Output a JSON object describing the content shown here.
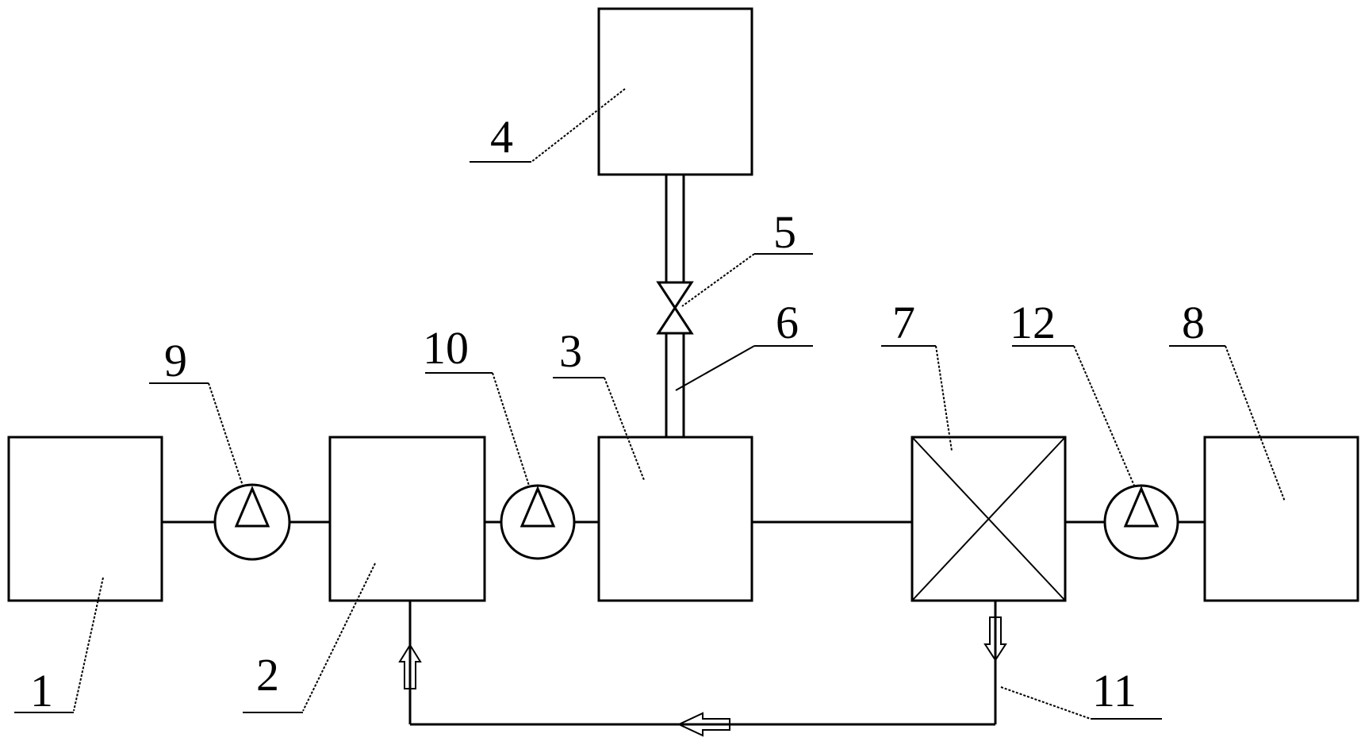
{
  "labels": {
    "unit_1": "1",
    "unit_2": "2",
    "unit_3": "3",
    "unit_4": "4",
    "unit_5": "5",
    "unit_6": "6",
    "unit_7": "7",
    "unit_8": "8",
    "unit_9": "9",
    "unit_10": "10",
    "unit_11": "11",
    "unit_12": "12"
  },
  "icons": {
    "pump": "pump-icon",
    "valve": "valve-icon",
    "heat_exchanger": "cross-box-icon",
    "flow_arrow": "flow-arrow-icon"
  },
  "colors": {
    "line": "#000000",
    "background": "#ffffff"
  }
}
